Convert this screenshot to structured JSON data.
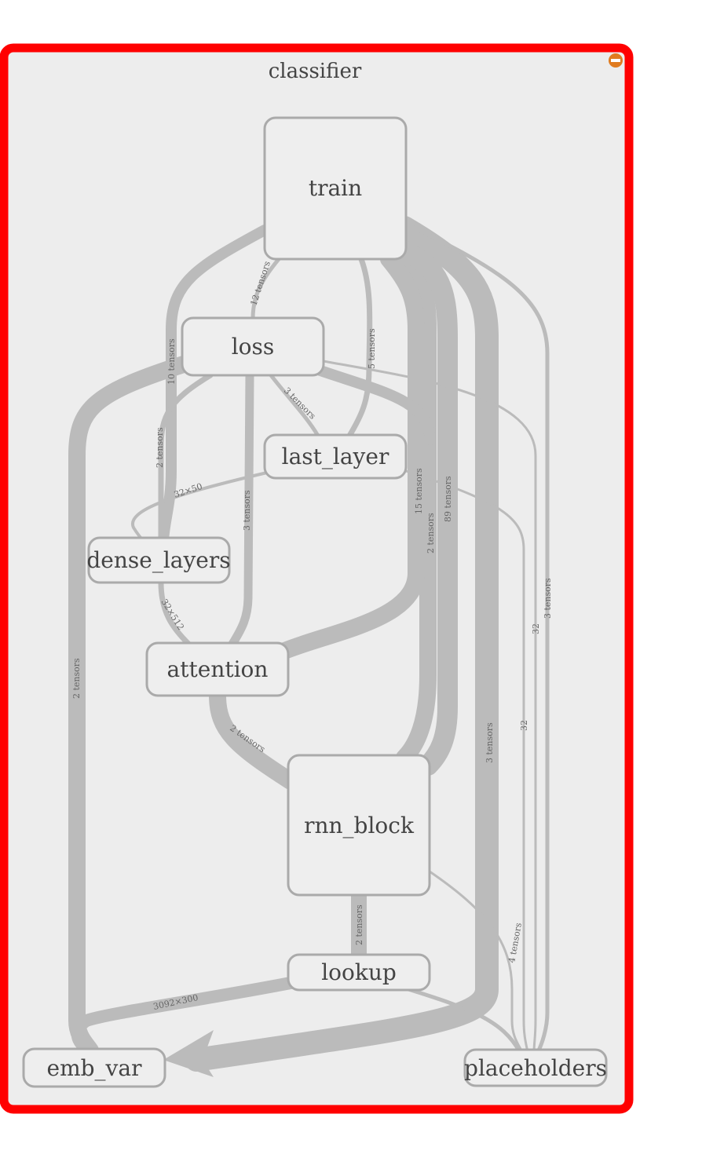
{
  "group": {
    "title": "classifier",
    "border_color": "#ff0000",
    "fill_color": "#ededed",
    "collapse_icon": "minus-circle-icon",
    "collapse_icon_color": "#e07b1f"
  },
  "nodes": {
    "train": "train",
    "loss": "loss",
    "last_layer": "last_layer",
    "dense_layers": "dense_layers",
    "attention": "attention",
    "rnn_block": "rnn_block",
    "lookup": "lookup",
    "emb_var": "emb_var",
    "placeholders": "placeholders"
  },
  "edge_labels": {
    "train_loss": "12 tensors",
    "train_dense": "10 tensors",
    "train_last": "5 tensors",
    "train_attention": "15 tensors",
    "train_rnn_a": "2 tensors",
    "train_rnn_b": "89 tensors",
    "train_emb": "3 tensors",
    "train_placeholders": "3 tensors",
    "loss_dense": "2 tensors",
    "loss_last": "3 tensors",
    "loss_attention": "3 tensors",
    "loss_emb": "2 tensors",
    "last_dense": "32×50",
    "dense_attention": "32×512",
    "attention_rnn": "2 tensors",
    "rnn_lookup": "2 tensors",
    "lookup_emb": "3092×300",
    "rnn_placeholders": "4 tensors",
    "loss_placeholders": "32",
    "last_placeholders": "32"
  }
}
